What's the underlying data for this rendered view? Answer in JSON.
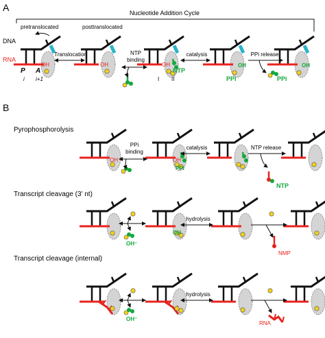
{
  "colors": {
    "dna": "#111111",
    "rna": "#e8231e",
    "ntp": "#14a83c",
    "lys": "#2bb3c8",
    "mg": "#f2d21b",
    "pocket": "#d4d4d4"
  },
  "panelA": {
    "letter": "A",
    "cycle_title": "Nucleotide Addition Cycle",
    "label_pretranslocated": "pretranslocated",
    "label_posttranslocated": "posttranslocated",
    "label_dna": "DNA",
    "label_rna": "RNA",
    "label_oh": "OH",
    "label_p": "P",
    "label_a": "A",
    "label_i": "i",
    "label_i1": "i+1",
    "label_I": "I",
    "label_II": "II",
    "step_translocation": "Translocation",
    "step_ntp_binding_1": "NTP",
    "step_ntp_binding_2": "binding",
    "step_catalysis": "catalysis",
    "step_ppi_release": "PPi release",
    "label_ntp": "NTP",
    "label_ppi": "PPi",
    "label_ppi_released": "PPi"
  },
  "panelB": {
    "letter": "B",
    "title_pyro": "Pyrophosphorolysis",
    "pyro_ppi_binding_1": "PPi",
    "pyro_ppi_binding_2": "binding",
    "pyro_oh": "OH",
    "pyro_ppi": "PPi",
    "pyro_catalysis": "catalysis",
    "pyro_ntp_release": "NTP release",
    "pyro_ntp": "NTP",
    "title_cleave3": "Transcript cleavage (3' nt)",
    "c3_ohminus": "OH⁻",
    "c3_oh": "OH",
    "c3_hydrolysis": "hydrolysis",
    "c3_nmp": "NMP",
    "title_cleave_int": "Transcript cleavage (internal)",
    "ci_ohminus": "OH⁻",
    "ci_hydrolysis": "hydrolysis",
    "ci_rna": "RNA"
  }
}
